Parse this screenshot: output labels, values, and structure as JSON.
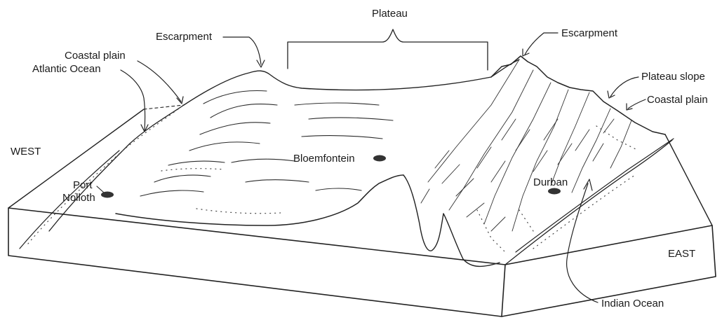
{
  "labels": {
    "plateau_top": "Plateau",
    "escarpment_west": "Escarpment",
    "escarpment_east": "Escarpment",
    "coastal_plain_west": "Coastal plain",
    "atlantic_ocean": "Atlantic Ocean",
    "west": "WEST",
    "port": "Port",
    "nolloth": "Nolloth",
    "bloemfontein": "Bloemfontein",
    "durban": "Durban",
    "plateau_slope": "Plateau slope",
    "coastal_plain_east": "Coastal plain",
    "east": "EAST",
    "indian_ocean": "Indian Ocean"
  }
}
